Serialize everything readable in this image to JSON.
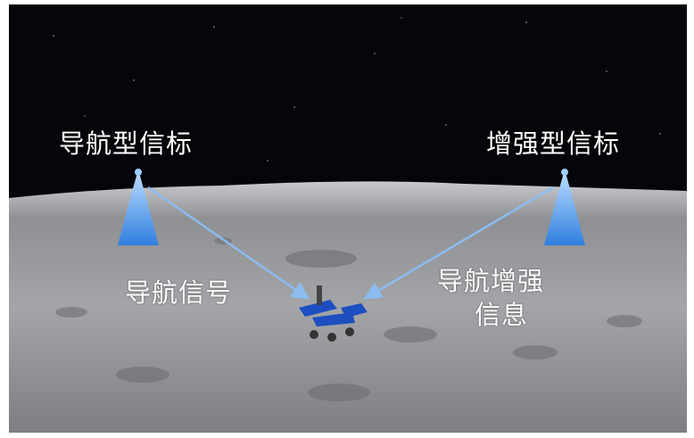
{
  "labels": {
    "nav_beacon": "导航型信标",
    "enhanced_beacon": "增强型信标",
    "nav_signal": "导航信号",
    "nav_enhance_line1": "导航增强",
    "nav_enhance_line2": "信息"
  },
  "colors": {
    "beacon": "#3d8fe8",
    "arrow": "#8bbcf0",
    "sky": "#05060a",
    "ground": "#9a9ca0"
  }
}
